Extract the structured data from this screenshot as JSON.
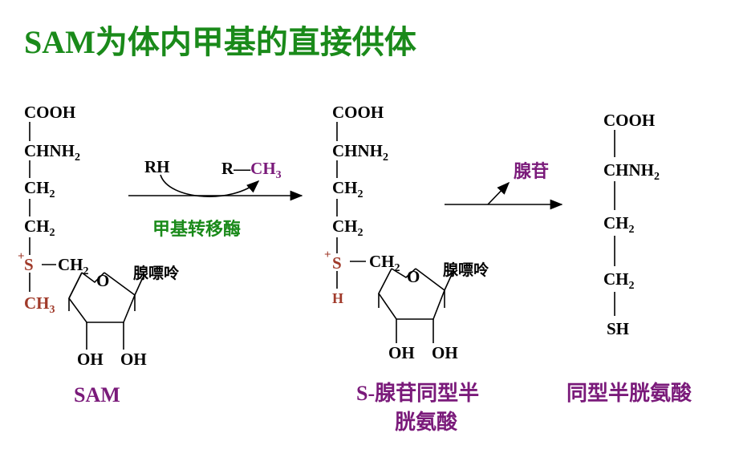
{
  "title": "SAM为体内甲基的直接供体",
  "sam": {
    "cooh": "COOH",
    "chnh": "CHNH",
    "nh_sub": "2",
    "ch": "CH",
    "h_sub": "2",
    "s_plus": "+",
    "s": "S",
    "ch2_ring": "CH",
    "methyl": "CH",
    "methyl_sub": "3",
    "ring_o": "O",
    "adenine": "腺嘌呤",
    "oh1": "OH",
    "oh2": "OH",
    "label": "SAM"
  },
  "reaction1": {
    "rh": "RH",
    "r_ch3_prefix": "R—",
    "r_ch3_ch": "CH",
    "r_ch3_sub": "3",
    "enzyme": "甲基转移酶"
  },
  "sah": {
    "cooh": "COOH",
    "chnh": "CHNH",
    "nh_sub": "2",
    "ch": "CH",
    "h_sub": "2",
    "s_plus": "+",
    "s": "S",
    "ch2_ring": "CH",
    "h": "H",
    "ring_o": "O",
    "adenine": "腺嘌呤",
    "oh1": "OH",
    "oh2": "OH",
    "label_line1": "S-腺苷同型半",
    "label_line2": "胱氨酸"
  },
  "reaction2": {
    "product": "腺苷"
  },
  "hcy": {
    "cooh": "COOH",
    "chnh": "CHNH",
    "nh_sub": "2",
    "ch": "CH",
    "h_sub": "2",
    "sh": "SH",
    "label": "同型半胱氨酸"
  },
  "colors": {
    "title_green": "#1a8a1a",
    "purple": "#7a1a7a",
    "brown": "#a03a2a"
  }
}
